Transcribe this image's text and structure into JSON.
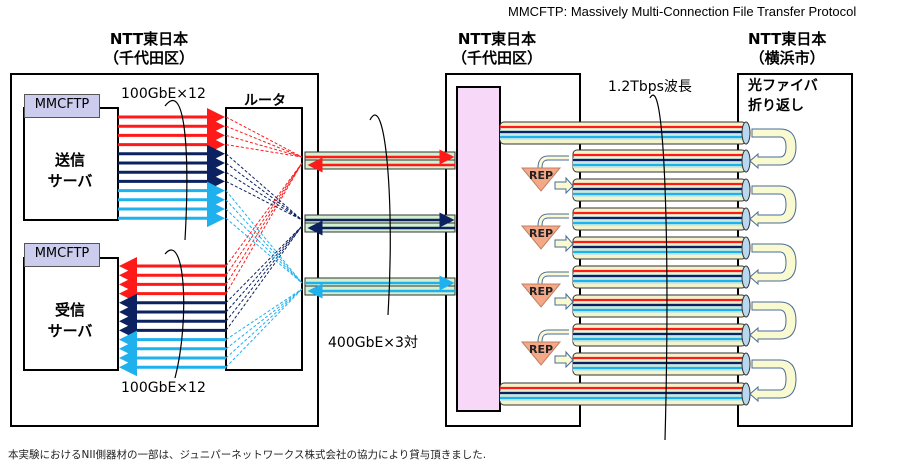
{
  "title": "MMCFTP: Massively Multi-Connection File Transfer Protocol",
  "sites": {
    "left": {
      "line1": "NTT東日本",
      "line2": "（千代田区）"
    },
    "middle": {
      "line1": "NTT東日本",
      "line2": "（千代田区）"
    },
    "right": {
      "line1": "NTT東日本",
      "line2": "（横浜市）"
    }
  },
  "send_server": {
    "tag": "MMCFTP",
    "line1": "送信",
    "line2": "サーバ"
  },
  "recv_server": {
    "tag": "MMCFTP",
    "line1": "受信",
    "line2": "サーバ"
  },
  "router_label": "ルータ",
  "link_top_label": "100GbE×12",
  "link_bottom_label": "100GbE×12",
  "trunk_label": "400GbE×3対",
  "wavelength_label": "1.2Tbps波長",
  "loopback": {
    "line1": "光ファイバ",
    "line2": "折り返し"
  },
  "repeater_label": "REP",
  "repeater_count": 4,
  "footnote": "本実験におけるNII側器材の一部は、ジュニパーネットワークス株式会社の協力により貸与頂きました.",
  "colors": {
    "red": "#ff1a1a",
    "navy": "#0c2260",
    "cyan": "#1fb0ee",
    "pink": "#f8d8f8",
    "mmcftp_box": "#ccccee",
    "fiber_light": "#d4f0d0",
    "fiber_cream": "#f4f4cc",
    "rep": "#f4a888",
    "uturn": "#fafad0"
  }
}
